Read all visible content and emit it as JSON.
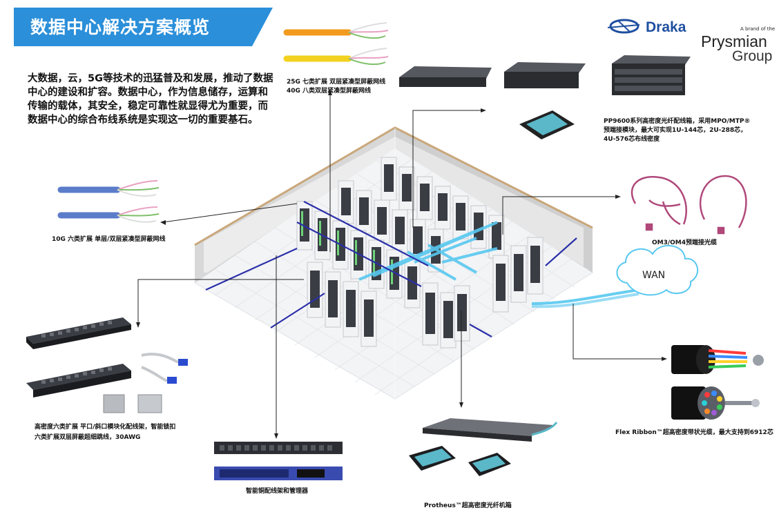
{
  "title": "数据中心解决方案概览",
  "intro": "大数据，云，5G等技术的迅猛普及和发展，推动了数据中心的建设和扩容。数据中心，作为信息储存，运算和传输的载体，其安全，稳定可靠性就显得尤为重要，而数据中心的综合布线系统是实现这一切的重要基石。",
  "brand": {
    "draka": "Draka",
    "brand_of": "A brand of the",
    "prysmian": "Prysmian",
    "group": "Group"
  },
  "captions": {
    "copper_25g_40g_line1": "25G 七类扩展 双层紧凑型屏蔽网线",
    "copper_25g_40g_line2": "40G 八类双层紧凑型屏蔽网线",
    "copper_10g": "10G 六类扩展 单层/双层紧凑型屏蔽网线",
    "pp9600_line1": "PP9600系列高密度光纤配线箱，采用MPO/MTP®",
    "pp9600_line2": "预端接模块，最大可实现1U-144芯，2U-288芯，",
    "pp9600_line3": "4U-576芯布线密度",
    "om3_om4": "OM3/OM4预端接光缆",
    "wan": "WAN",
    "flex_ribbon": "Flex Ribbon™超高密度带状光缆，最大支持到6912芯",
    "patch_panel_line1": "高密度六类扩展 平口/斜口模块化配线架，智能锁扣",
    "patch_panel_line2": "六类扩展双层屏蔽超细跳线，30AWG",
    "smart_copper": "智能铜配线架和管理器",
    "protheus": "Protheus™超高密度光纤机箱"
  },
  "colors": {
    "banner": "#2b8fd9",
    "rack_line": "#2a2fa8",
    "fiber_blue": "#58c8f0",
    "cable_orange": "#f29a1e",
    "cable_yellow": "#f2d21e",
    "cable_blue": "#5b7cc9",
    "om_fiber": "#b0487a"
  }
}
